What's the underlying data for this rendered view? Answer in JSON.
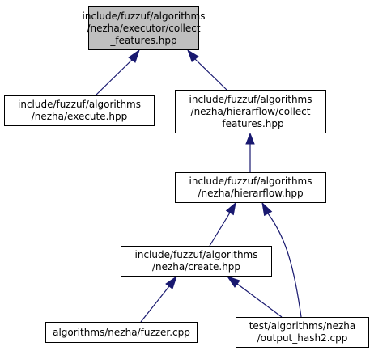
{
  "colors": {
    "edge": "#191970",
    "highlight_fill": "#bfbfbf",
    "node_fill": "#ffffff",
    "border": "#000000"
  },
  "nodes": {
    "collect_features_executor": {
      "lines": [
        "include/fuzzuf/algorithms",
        "/nezha/executor/collect",
        "_features.hpp"
      ],
      "highlighted": true
    },
    "execute": {
      "lines": [
        "include/fuzzuf/algorithms",
        "/nezha/execute.hpp"
      ]
    },
    "collect_features_hierarflow": {
      "lines": [
        "include/fuzzuf/algorithms",
        "/nezha/hierarflow/collect",
        "_features.hpp"
      ]
    },
    "hierarflow": {
      "lines": [
        "include/fuzzuf/algorithms",
        "/nezha/hierarflow.hpp"
      ]
    },
    "create": {
      "lines": [
        "include/fuzzuf/algorithms",
        "/nezha/create.hpp"
      ]
    },
    "fuzzer": {
      "lines": [
        "algorithms/nezha/fuzzer.cpp"
      ]
    },
    "output_hash2": {
      "lines": [
        "test/algorithms/nezha",
        "/output_hash2.cpp"
      ]
    }
  },
  "edges": [
    {
      "from": "execute",
      "to": "collect_features_executor"
    },
    {
      "from": "collect_features_hierarflow",
      "to": "collect_features_executor"
    },
    {
      "from": "hierarflow",
      "to": "collect_features_hierarflow"
    },
    {
      "from": "create",
      "to": "hierarflow"
    },
    {
      "from": "output_hash2",
      "to": "hierarflow"
    },
    {
      "from": "fuzzer",
      "to": "create"
    },
    {
      "from": "output_hash2",
      "to": "create"
    }
  ]
}
